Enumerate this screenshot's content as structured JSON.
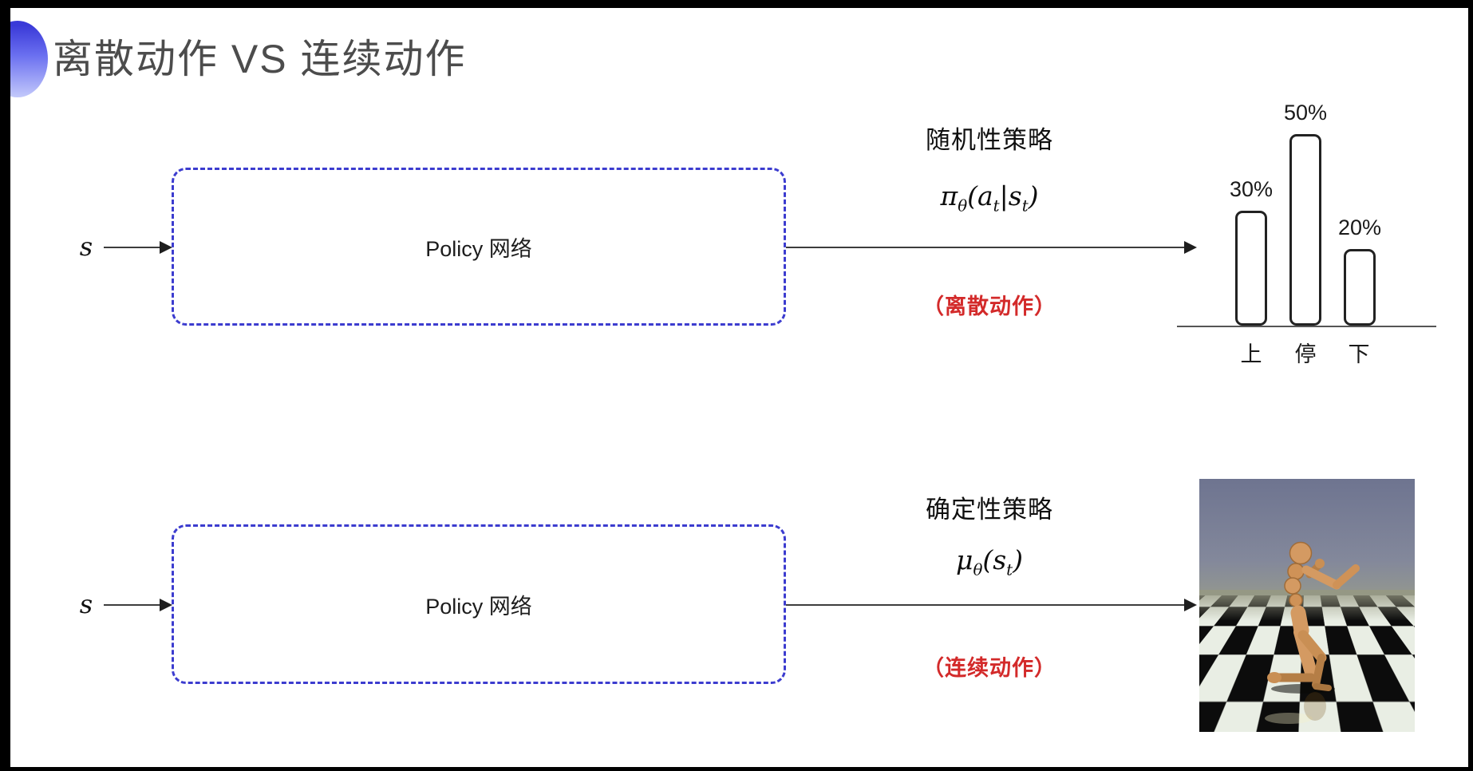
{
  "slide": {
    "title": "离散动作 VS 连续动作"
  },
  "top_flow": {
    "input_label": "s",
    "box_label": "Policy 网络",
    "policy_type": "随机性策略",
    "formula": [
      {
        "t": "π",
        "sub": "θ"
      },
      {
        "t": "("
      },
      {
        "t": "a",
        "sub": "t"
      },
      {
        "t": "|"
      },
      {
        "t": "s",
        "sub": "t"
      },
      {
        "t": ")"
      }
    ],
    "action_note": "（离散动作）"
  },
  "bottom_flow": {
    "input_label": "s",
    "box_label": "Policy 网络",
    "policy_type": "确定性策略",
    "formula": [
      {
        "t": "μ",
        "sub": "θ"
      },
      {
        "t": "("
      },
      {
        "t": "s",
        "sub": "t"
      },
      {
        "t": ")"
      }
    ],
    "action_note": "（连续动作）"
  },
  "chart_data": {
    "type": "bar",
    "categories": [
      "上",
      "停",
      "下"
    ],
    "values": [
      30,
      50,
      20
    ],
    "value_labels": [
      "30%",
      "50%",
      "20%"
    ],
    "title": "",
    "xlabel": "",
    "ylabel": "",
    "ylim": [
      0,
      55
    ],
    "grid": false,
    "legend": "none",
    "bar_style": "white fill, black rounded outline"
  },
  "figure": {
    "description": "humanoid robot running on black-and-white checkerboard floor (physics simulation)"
  },
  "colors": {
    "box_dash_blue": "#3c3ccf",
    "note_red": "#d32a2a",
    "title_gray": "#4c4c4c",
    "accent_circle_blue": "#3a3ad8"
  }
}
